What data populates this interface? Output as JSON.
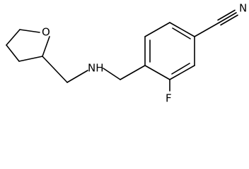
{
  "molecule": {
    "atoms": {
      "oxygen": "O",
      "amine": "NH",
      "fluorine": "F",
      "nitrile_nitrogen": "N"
    },
    "colors": {
      "bond": "#000000",
      "label": "#000000",
      "background": "#ffffff"
    }
  }
}
